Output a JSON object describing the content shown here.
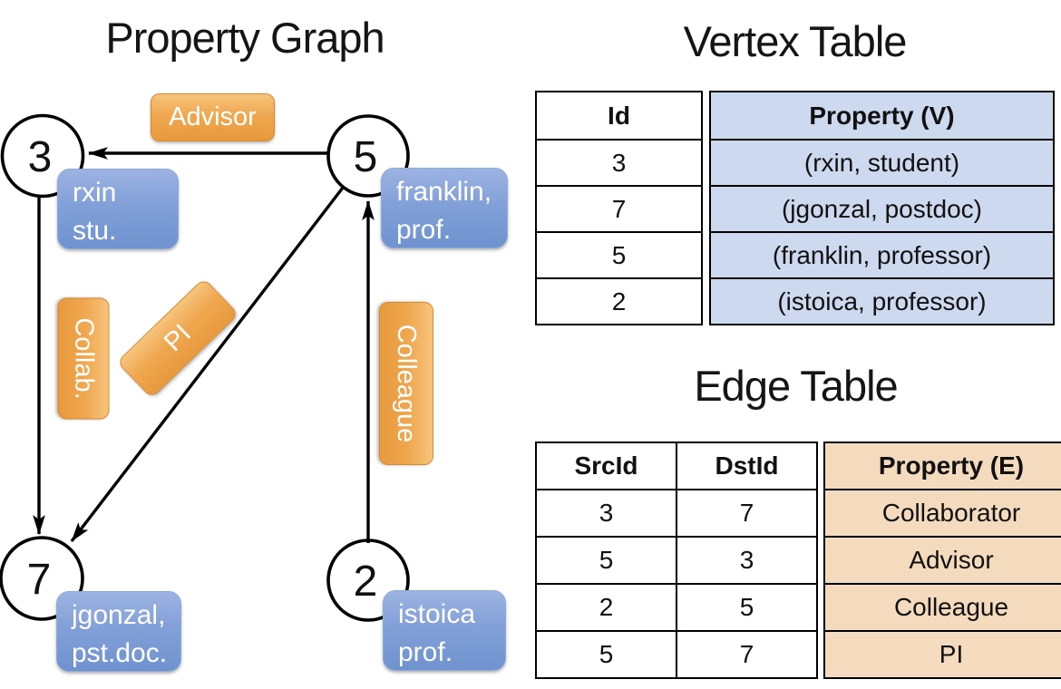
{
  "graph": {
    "title": "Property Graph",
    "nodes": [
      {
        "id": "3",
        "prop_line1": "rxin",
        "prop_line2": "stu."
      },
      {
        "id": "5",
        "prop_line1": "franklin,",
        "prop_line2": "prof."
      },
      {
        "id": "7",
        "prop_line1": "jgonzal,",
        "prop_line2": "pst.doc."
      },
      {
        "id": "2",
        "prop_line1": "istoica",
        "prop_line2": "prof."
      }
    ],
    "edge_labels": {
      "advisor": "Advisor",
      "collab": "Collab.",
      "pi": "PI",
      "colleague": "Colleague"
    }
  },
  "vertex_table": {
    "title": "Vertex Table",
    "columns": {
      "id": "Id",
      "property": "Property (V)"
    },
    "rows": [
      {
        "id": "3",
        "property": "(rxin, student)"
      },
      {
        "id": "7",
        "property": "(jgonzal, postdoc)"
      },
      {
        "id": "5",
        "property": "(franklin, professor)"
      },
      {
        "id": "2",
        "property": "(istoica, professor)"
      }
    ]
  },
  "edge_table": {
    "title": "Edge Table",
    "columns": {
      "src": "SrcId",
      "dst": "DstId",
      "property": "Property (E)"
    },
    "rows": [
      {
        "src": "3",
        "dst": "7",
        "property": "Collaborator"
      },
      {
        "src": "5",
        "dst": "3",
        "property": "Advisor"
      },
      {
        "src": "2",
        "dst": "5",
        "property": "Colleague"
      },
      {
        "src": "5",
        "dst": "7",
        "property": "PI"
      }
    ]
  },
  "colors": {
    "node_fill": "#ffffff",
    "line": "#000000",
    "edge_label_orange": "#efa850",
    "vertex_label_blue": "#82a0d8",
    "vertex_table_fill": "#cdd9ee",
    "edge_table_fill": "#f4dbbd"
  }
}
